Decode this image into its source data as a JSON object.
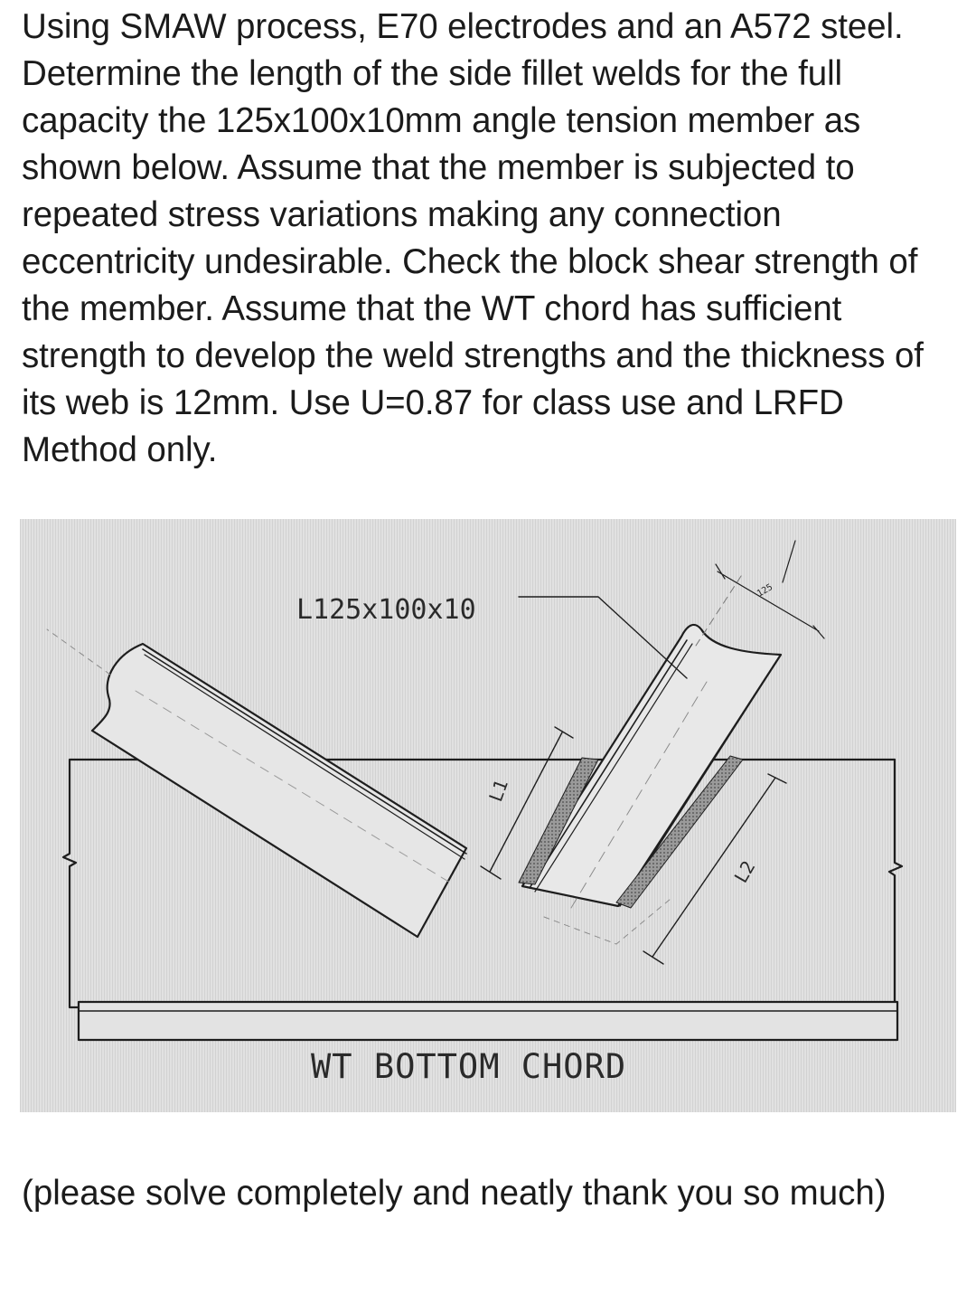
{
  "problem": {
    "text": "Using SMAW process, E70 electrodes and an A572 steel. Determine the length of the side fillet welds for the full capacity the 125x100x10mm angle tension member as shown below. Assume that the member is subjected to repeated stress variations making any connection eccentricity undesirable. Check the block shear strength of the member. Assume that the WT chord has sufficient strength to develop the weld strengths and the thickness of its web is 12mm. Use U=0.87 for class use and LRFD Method only."
  },
  "figure": {
    "member_label": "L125x100x10",
    "chord_label": "WT BOTTOM CHORD",
    "weld_label_1": "L1",
    "weld_label_2": "L2",
    "dim_label": "125"
  },
  "footer": {
    "request": "(please solve completely and neatly thank you so much)"
  }
}
